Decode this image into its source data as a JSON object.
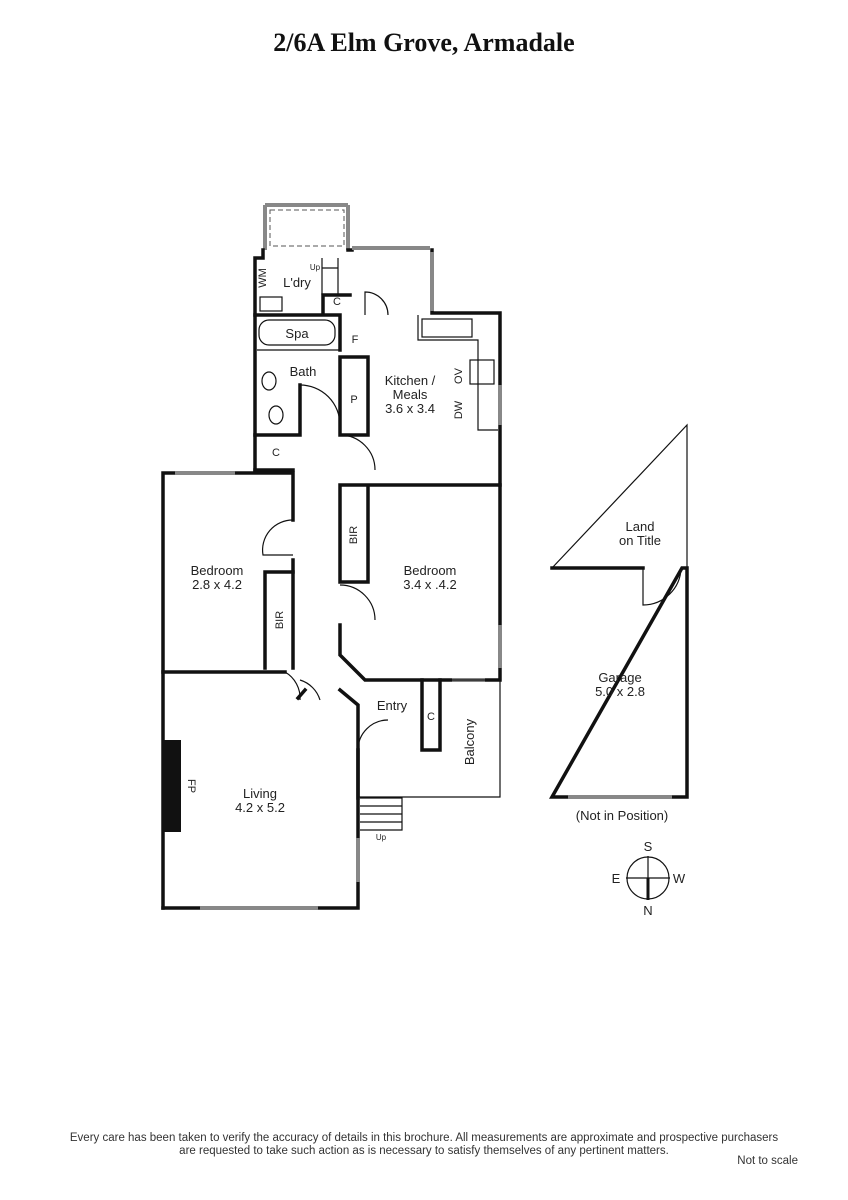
{
  "title": "2/6A Elm Grove, Armadale",
  "rooms": {
    "laundry": "L'dry",
    "wm": "WM",
    "up": "Up",
    "cupboard": "C",
    "spa": "Spa",
    "fridge": "F",
    "bath": "Bath",
    "pantry": "P",
    "kitchen_name1": "Kitchen /",
    "kitchen_name2": "Meals",
    "kitchen_dim": "3.6 x 3.4",
    "oven": "OV",
    "dishwasher": "DW",
    "bedroom1_name": "Bedroom",
    "bedroom1_dim": "2.8 x 4.2",
    "bir": "BIR",
    "bedroom2_name": "Bedroom",
    "bedroom2_dim": "3.4 x .4.2",
    "entry": "Entry",
    "balcony": "Balcony",
    "living_name": "Living",
    "living_dim": "4.2 x 5.2",
    "fireplace": "FP",
    "land1": "Land",
    "land2": "on Title",
    "garage_name": "Garage",
    "garage_dim": "5.0 x 2.8",
    "garage_note": "(Not in Position)"
  },
  "compass": {
    "s": "S",
    "e": "E",
    "w": "W",
    "n": "N"
  },
  "footer": {
    "disclaimer1": "Every care has been taken to verify the accuracy of details in this brochure.  All measurements are approximate and prospective purchasers",
    "disclaimer2": "are requested to take such action as is necessary to satisfy themselves of any pertinent matters.",
    "not_to_scale": "Not to scale"
  }
}
